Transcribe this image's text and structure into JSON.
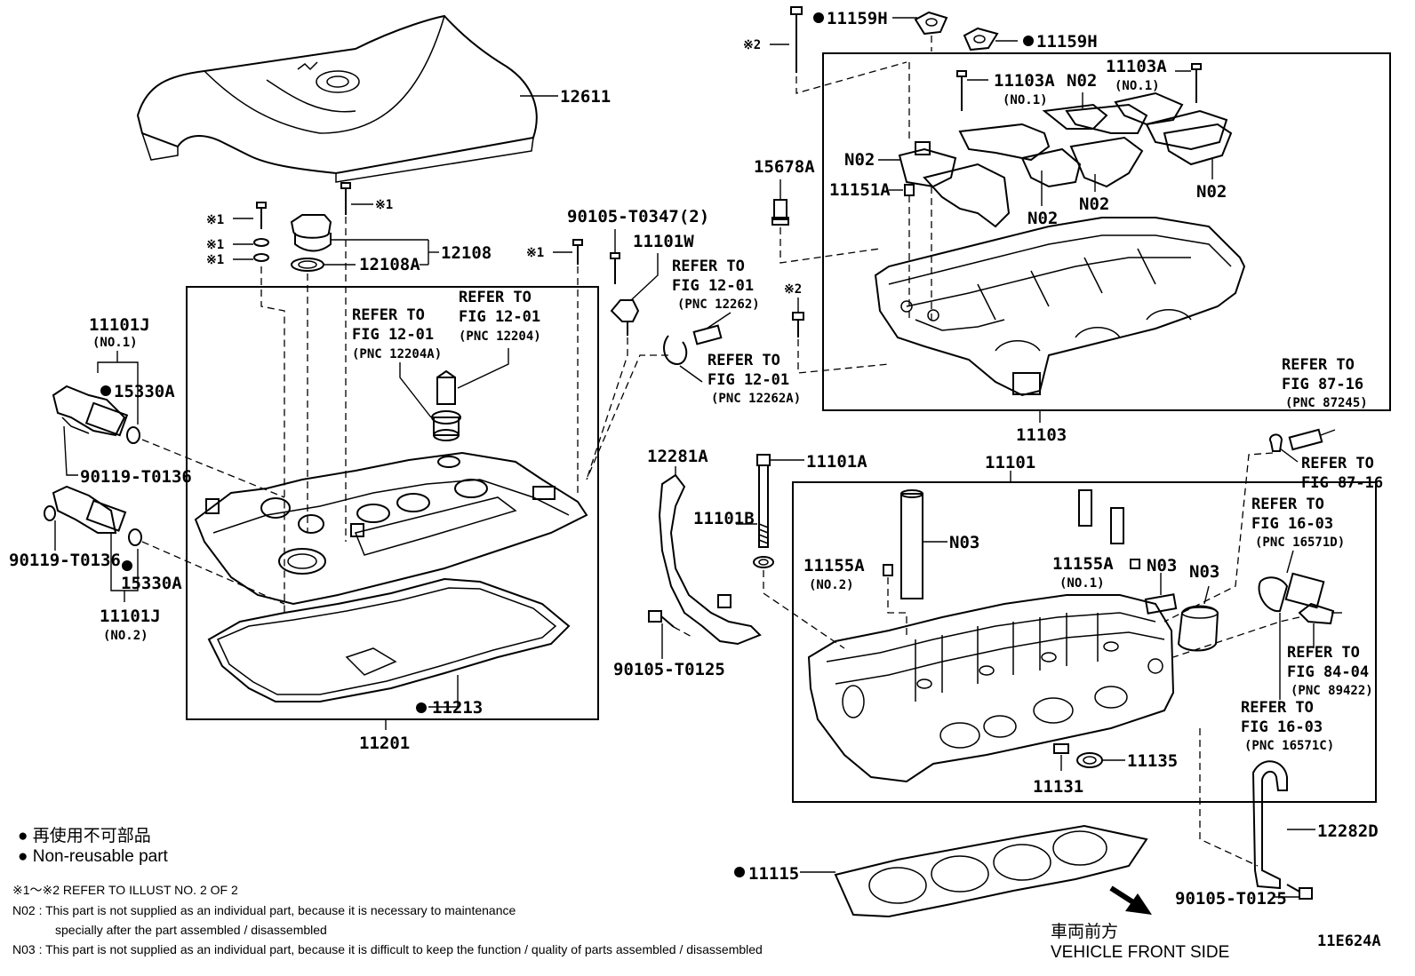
{
  "labels": {
    "p12611": "12611",
    "p12108": "12108",
    "p12108a": "12108A",
    "mark1a": "※1",
    "mark1b": "※1",
    "mark1c": "※1",
    "mark1d": "※1",
    "mark1e": "※1",
    "mark2a": "※2",
    "mark2b": "※2",
    "p11101j_1": "11101J",
    "p11101j_1_sub": "(NO.1)",
    "p15330a_1": "15330A",
    "p90119_1": "90119-T0136",
    "p90119_2": "90119-T0136",
    "p15330a_2": "15330A",
    "p11101j_2": "11101J",
    "p11101j_2_sub": "(NO.2)",
    "p11213": "11213",
    "p11201": "11201",
    "p90105_t0347": "90105-T0347(2)",
    "p11101w": "11101W",
    "p12281a": "12281A",
    "p11101a": "11101A",
    "p11101b": "11101B",
    "p90105_t0125a": "90105-T0125",
    "p90105_t0125b": "90105-T0125",
    "p11159h_1": "11159H",
    "p11159h_2": "11159H",
    "p11103a_1": "11103A",
    "p11103a_1_sub": "(NO.1)",
    "p11103a_2": "11103A",
    "p11103a_2_sub": "(NO.1)",
    "n02_a": "N02",
    "n02_b": "N02",
    "n02_c": "N02",
    "n02_d": "N02",
    "n02_e": "N02",
    "p11151a": "11151A",
    "p15678a": "15678A",
    "p11103": "11103",
    "p11101": "11101",
    "n03_a": "N03",
    "n03_b": "N03",
    "n03_c": "N03",
    "p11155a_2": "11155A",
    "p11155a_2_sub": "(NO.2)",
    "p11155a_1": "11155A",
    "p11155a_1_sub": "(NO.1)",
    "p11135": "11135",
    "p11131": "11131",
    "p11115": "11115",
    "p12282d": "12282D",
    "figid": "11E624A"
  },
  "refs": {
    "r1": [
      "REFER TO",
      "FIG 12-01",
      "(PNC 12204A)"
    ],
    "r2": [
      "REFER TO",
      "FIG 12-01",
      "(PNC 12204)"
    ],
    "r3": [
      "REFER TO",
      "FIG 12-01",
      "(PNC 12262)"
    ],
    "r4": [
      "REFER TO",
      "FIG 12-01",
      "(PNC 12262A)"
    ],
    "r5": [
      "REFER TO",
      "FIG 87-16",
      "(PNC 87245)"
    ],
    "r6": [
      "REFER TO",
      "FIG 87-16"
    ],
    "r7": [
      "REFER TO",
      "FIG 16-03",
      "(PNC 16571D)"
    ],
    "r8": [
      "REFER TO",
      "FIG 84-04",
      "(PNC 89422)"
    ],
    "r9": [
      "REFER TO",
      "FIG 16-03",
      "(PNC 16571C)"
    ]
  },
  "legend": {
    "jp": "● 再使用不可部品",
    "en": "● Non-reusable part"
  },
  "notes": {
    "line1": "※1～※2  REFER TO ILLUST NO. 2 OF 2",
    "line2": "N02 : This part is not supplied as an individual part, because it is necessary to maintenance",
    "line3": "specially after the part assembled / disassembled",
    "line4": "N03 : This part is not supplied as an individual part, because it is difficult to keep the function / quality of parts  assembled / disassembled"
  },
  "direction": {
    "jp": "車両前方",
    "en": "VEHICLE FRONT SIDE"
  }
}
